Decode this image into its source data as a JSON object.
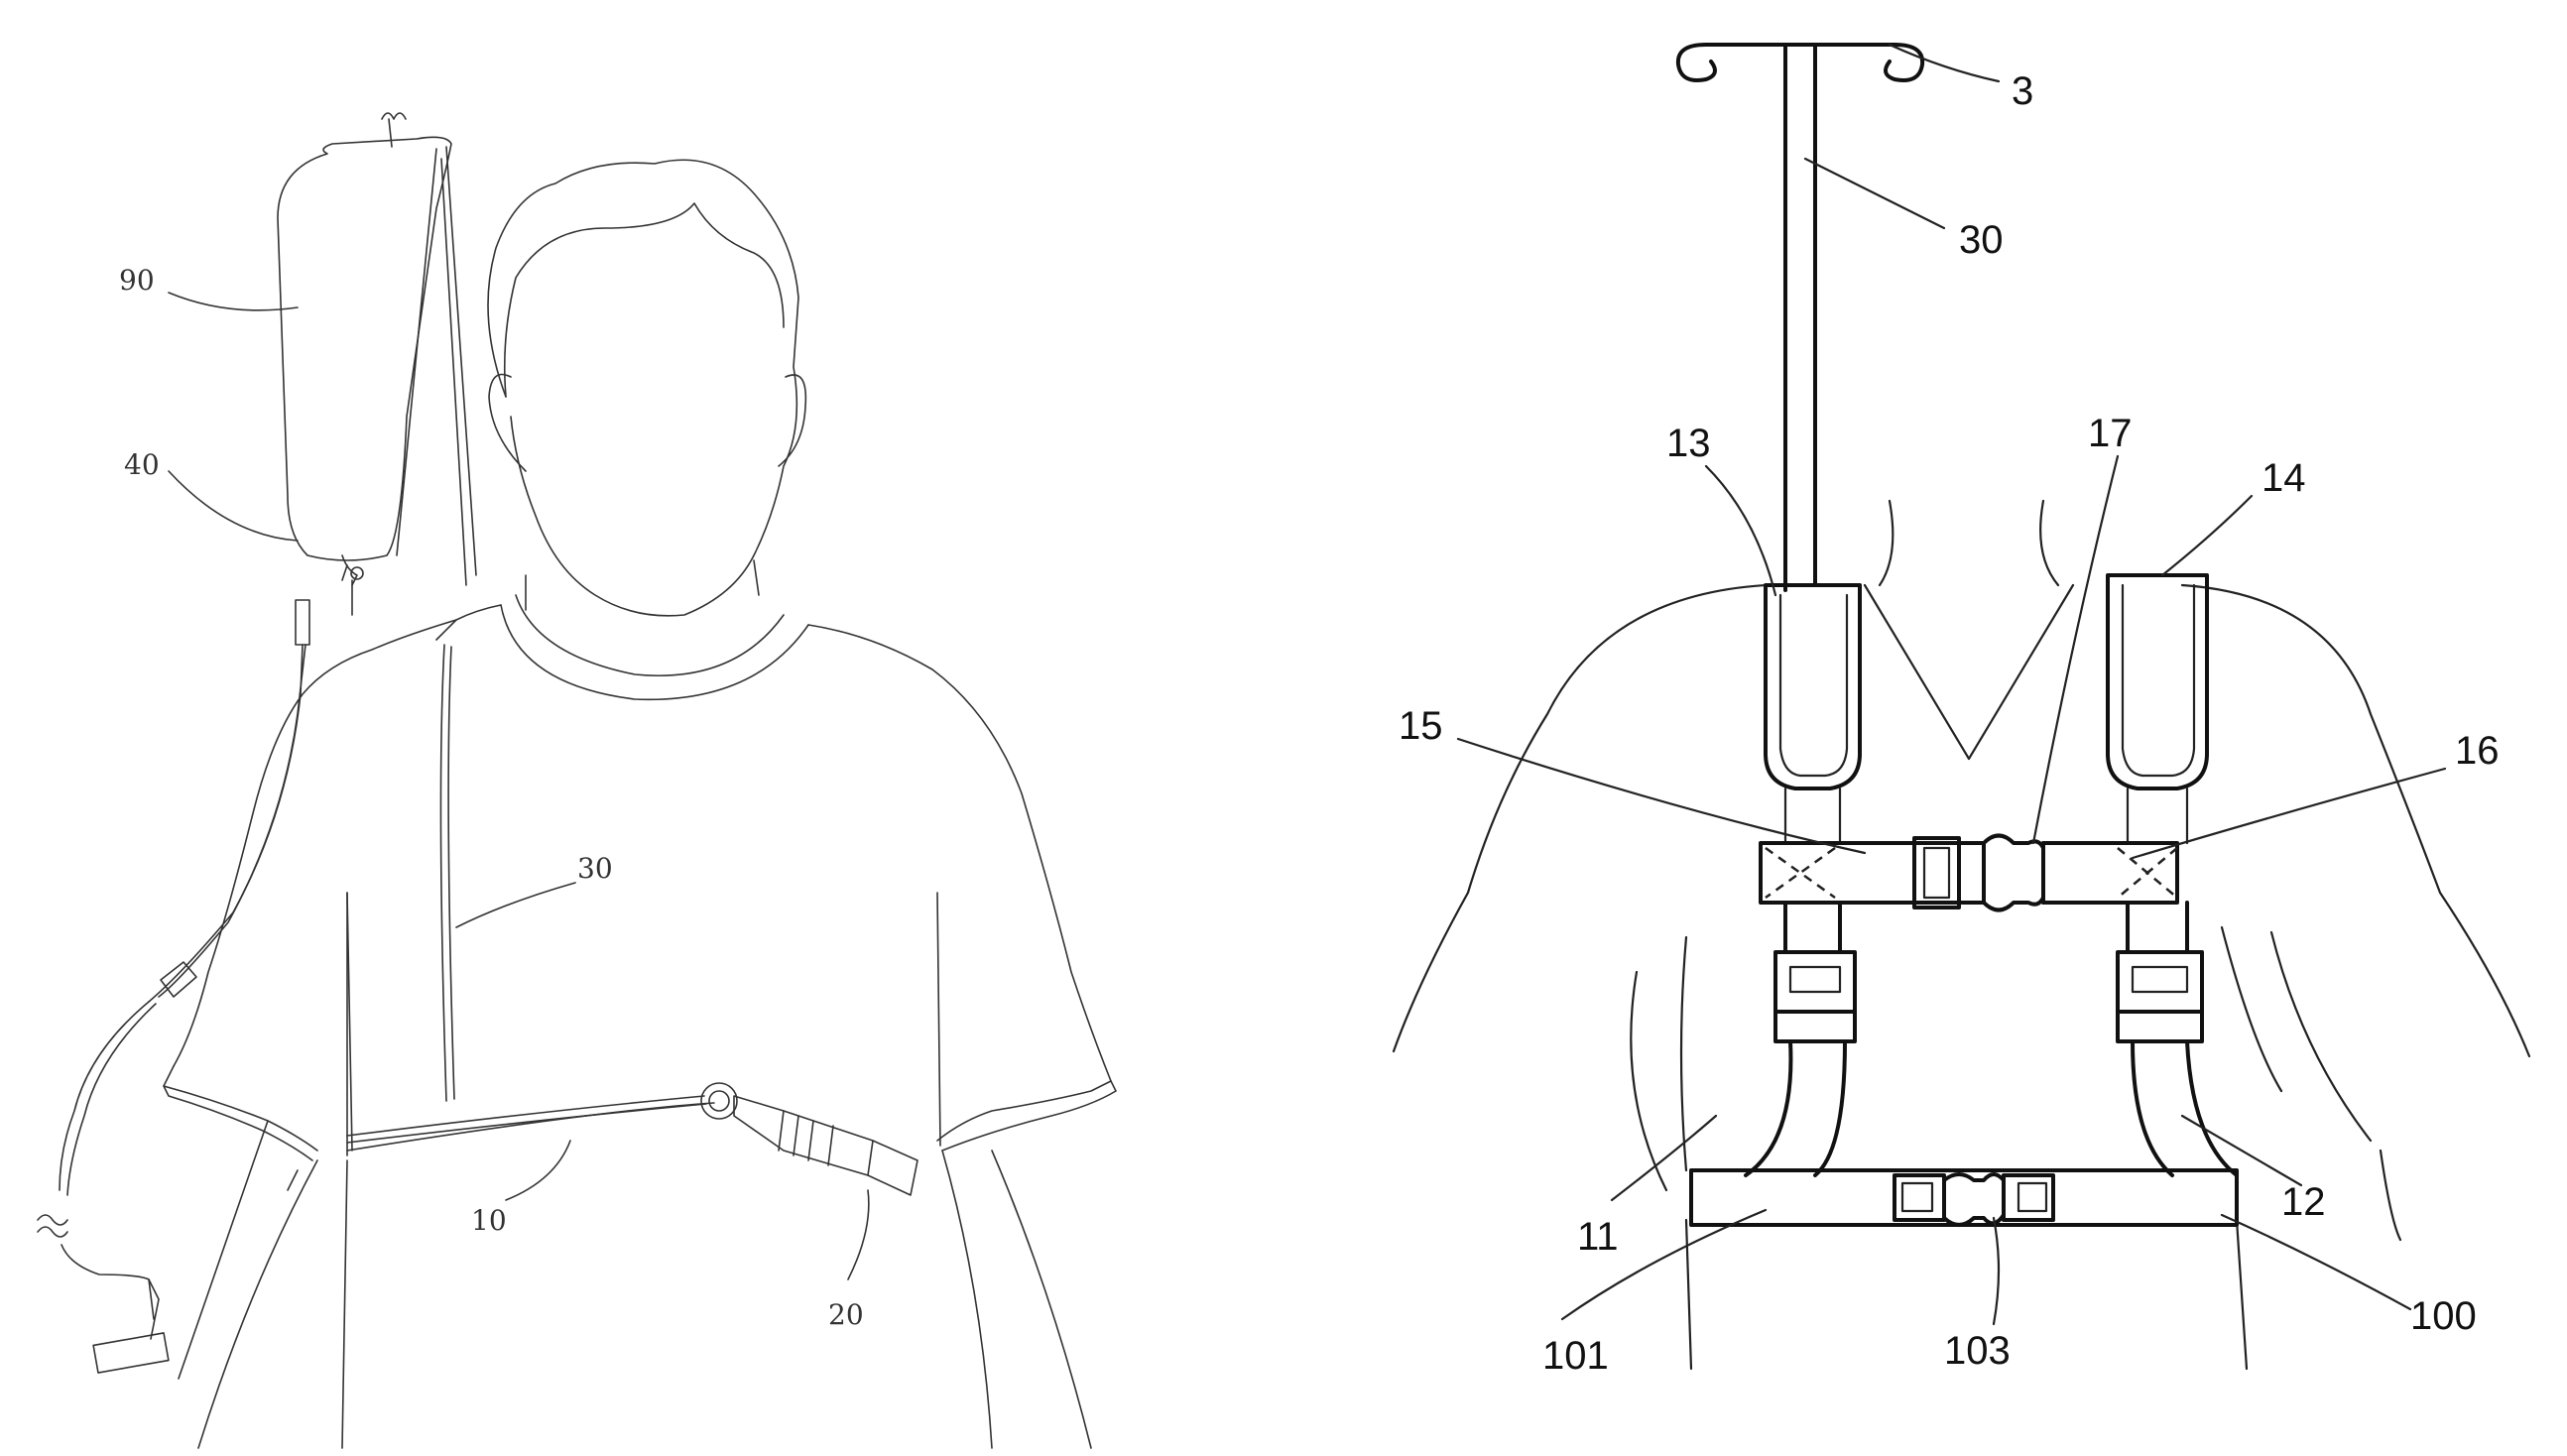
{
  "left_figure": {
    "labels": {
      "bag": "90",
      "drip": "40",
      "tube": "30",
      "strap": "10",
      "buckle": "20"
    }
  },
  "right_figure": {
    "labels": {
      "hooks": "3",
      "pole": "30",
      "left_pad": "13",
      "right_pad": "14",
      "buckle_center": "17",
      "left_chest": "15",
      "right_chest": "16",
      "left_strap": "11",
      "right_strap": "12",
      "waist_left": "101",
      "waist_buckle": "103",
      "waist_right": "100"
    }
  },
  "colors": {
    "line": "#222222",
    "background": "#ffffff"
  }
}
